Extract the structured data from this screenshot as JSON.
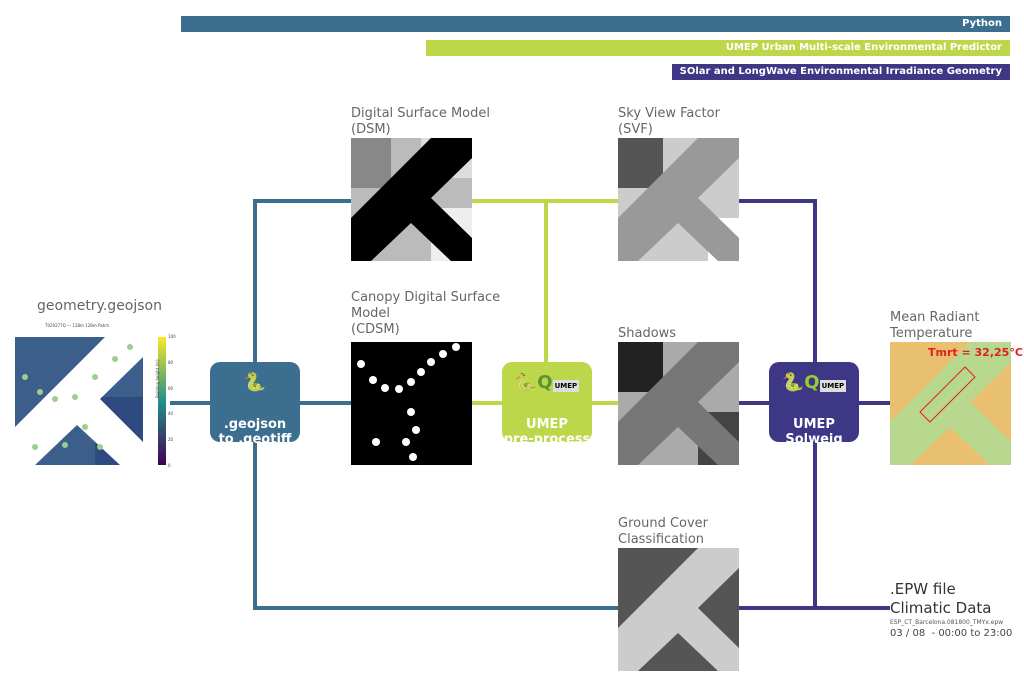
{
  "colors": {
    "python": "#3c6f8f",
    "umep": "#bcd84a",
    "solweig": "#3d3785"
  },
  "bars": {
    "python": "Python",
    "umep": "UMEP Urban Multi-scale Environmental Predictor",
    "solweig": "SOlar and LongWave Environmental Irradiance Geometry"
  },
  "labels": {
    "dsm": "Digital Surface Model\n(DSM)",
    "svf": "Sky View Factor\n(SVF)",
    "cdsm": "Canopy Digital Surface\nModel\n(CDSM)",
    "shadows": "Shadows",
    "ground": "Ground Cover\nClassification",
    "mrt": "Mean Radiant\nTemperature",
    "geojson": "geometry.geojson"
  },
  "geojson_plot": {
    "title": "T029277Q — 128m 128m Patch",
    "colorbar_label": "Building height (m)",
    "colorbar_ticks": [
      "0",
      "20",
      "40",
      "60",
      "80",
      "100"
    ]
  },
  "mrt_annotation": "Tmrt = 32,25°C",
  "boxes": {
    "convert": ".geojson\nto .geotiff",
    "preprocess": "UMEP\npre-process",
    "solweig": "UMEP\nSolweig"
  },
  "epw": {
    "title": ".EPW file",
    "subtitle": "Climatic Data",
    "file": "ESP_CT_Barcelona.081800_TMYx.epw",
    "period": "03 / 08  - 00:00 to 23:00"
  },
  "icons": [
    "python-icon",
    "qgis-icon",
    "umep-icon"
  ]
}
